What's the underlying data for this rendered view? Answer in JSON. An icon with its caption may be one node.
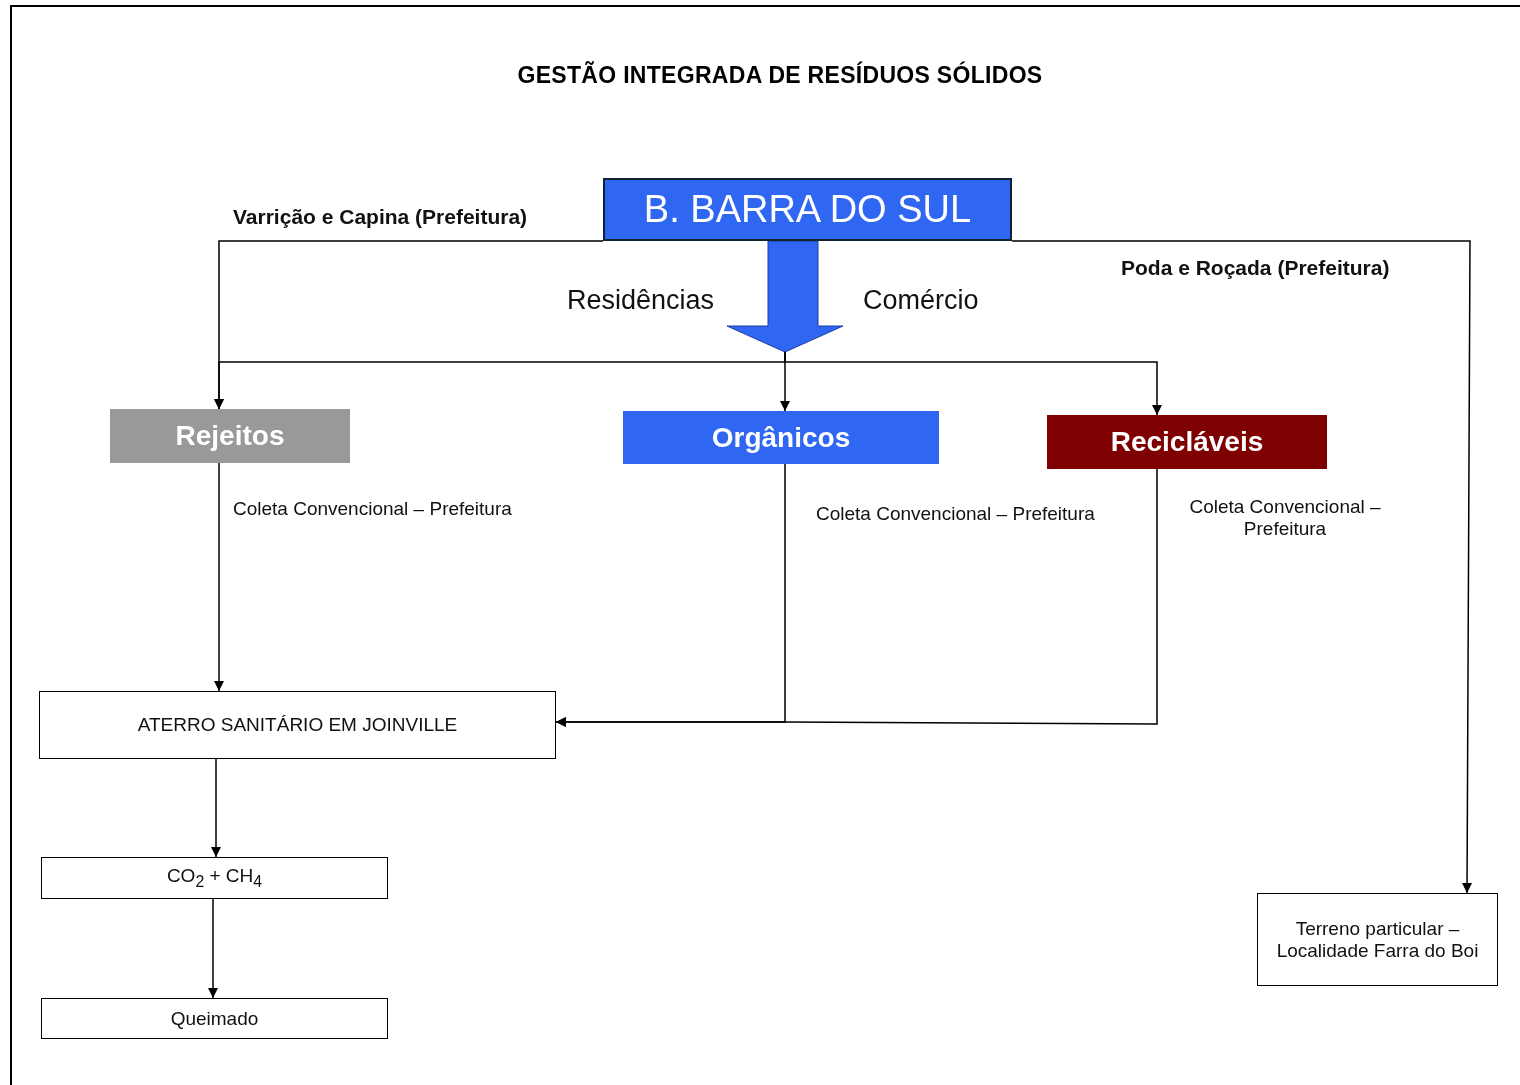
{
  "diagram": {
    "title": "GESTÃO INTEGRADA DE RESÍDUOS SÓLIDOS",
    "nodes": [
      {
        "text": [
          "B. BARRA DO SUL"
        ]
      },
      {
        "text": [
          "Rejeitos"
        ]
      },
      {
        "text": [
          "Orgânicos"
        ]
      },
      {
        "text": [
          "Recicláveis"
        ]
      },
      {
        "text": [
          "ATERRO SANITÁRIO EM JOINVILLE"
        ]
      },
      {
        "text": [
          "CO$_{2}$ + CH$_{4}$"
        ]
      },
      {
        "text": [
          "Queimado"
        ]
      },
      {
        "text": [
          "Terreno particular – Localidade Farra do Boi"
        ]
      }
    ],
    "edges": [
      {
        "from": 0,
        "to": 1,
        "arrow": "to",
        "label": "Varrição e Capina (Prefeitura)"
      },
      {
        "from": 0,
        "to": 1,
        "arrow": "to"
      },
      {
        "from": 0,
        "to": 2,
        "arrow": "to"
      },
      {
        "from": 0,
        "to": 3,
        "arrow": "to"
      },
      {
        "from": 0,
        "to": 7,
        "arrow": "to",
        "label": "Poda e Roçada (Prefeitura)"
      },
      {
        "from": 1,
        "to": 4,
        "arrow": "to",
        "label": "Coleta Convencional – Prefeitura"
      },
      {
        "from": 2,
        "to": 4,
        "arrow": "to",
        "label": "Coleta Convencional – Prefeitura"
      },
      {
        "from": 3,
        "to": 4,
        "arrow": "to",
        "label": "Coleta Convencional – Prefeitura"
      },
      {
        "from": 4,
        "to": 5,
        "arrow": "to"
      },
      {
        "from": 5,
        "to": 6,
        "arrow": "to"
      }
    ],
    "labels": [
      "Residências",
      "Comércio"
    ]
  }
}
